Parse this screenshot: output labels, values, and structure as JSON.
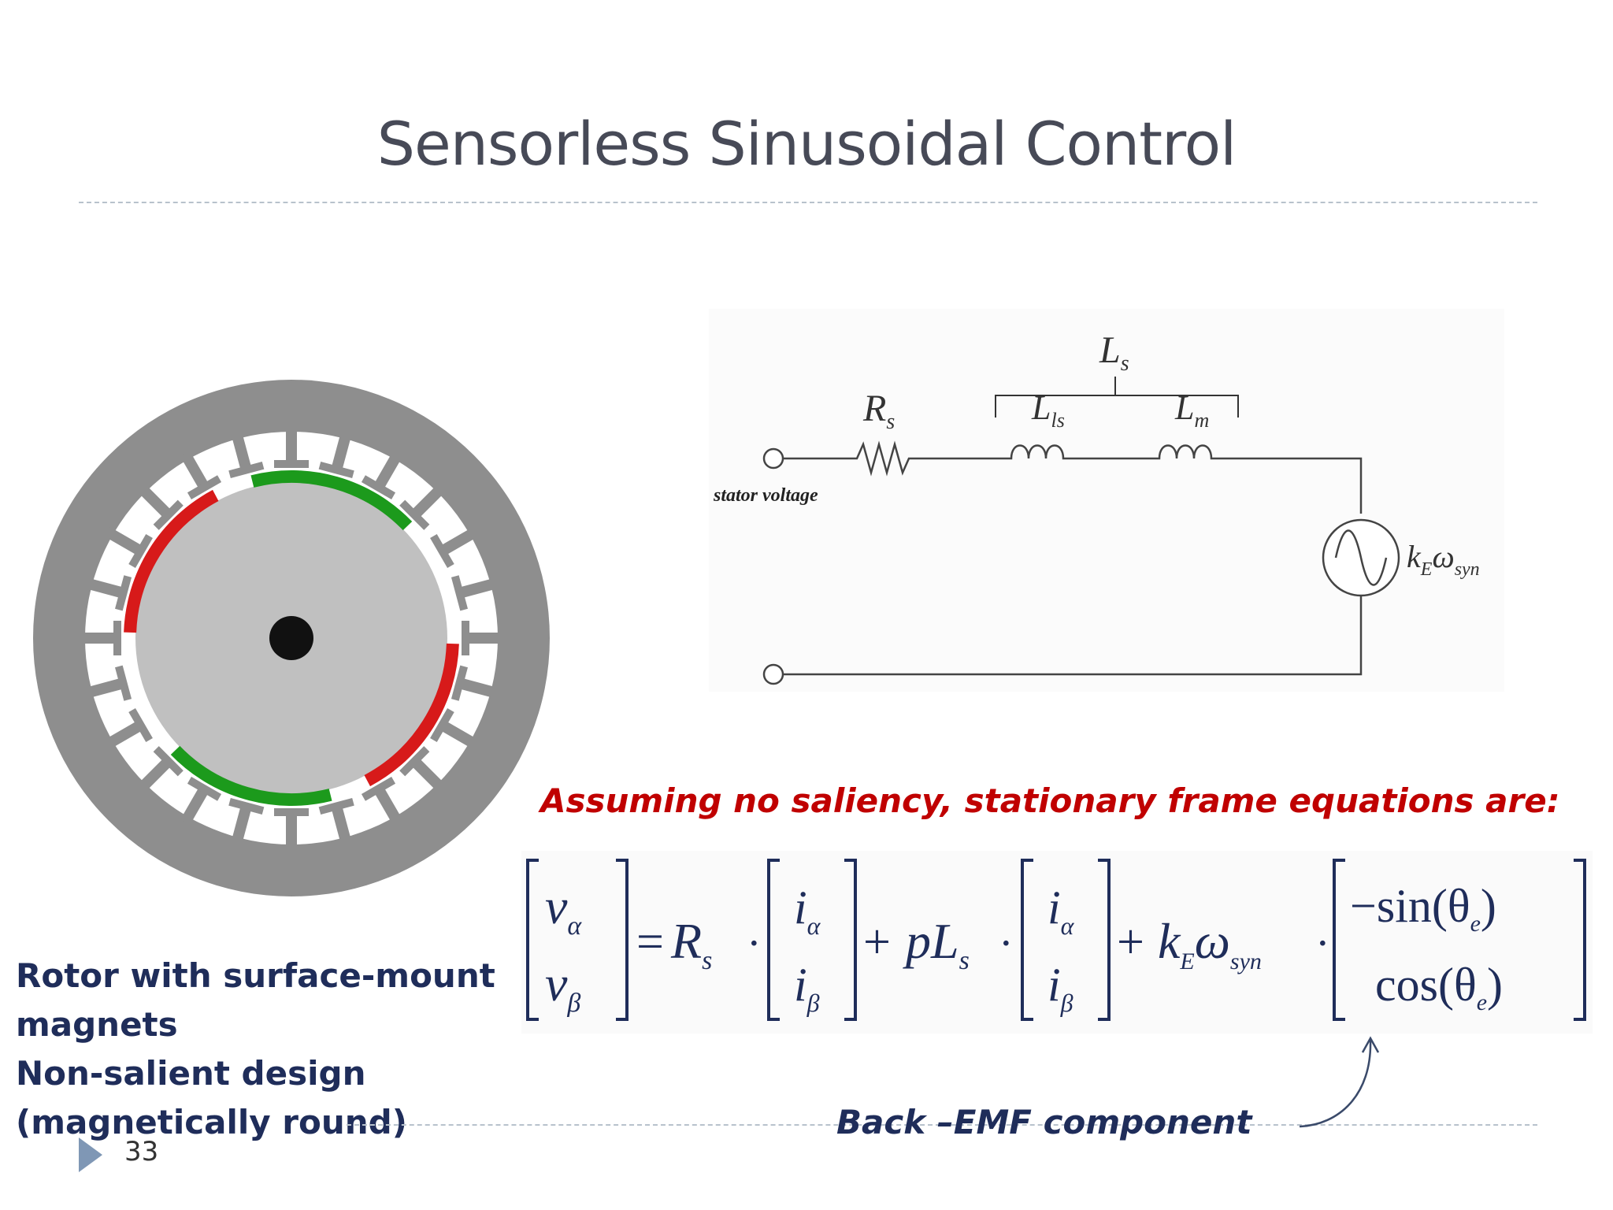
{
  "slide": {
    "title": "Sensorless Sinusoidal Control",
    "page_number": "33"
  },
  "circuit": {
    "ls_label": "L",
    "ls_sub": "s",
    "rs_label": "R",
    "rs_sub": "s",
    "lls_label": "L",
    "lls_sub": "ls",
    "lm_label": "L",
    "lm_sub": "m",
    "source_k": "k",
    "source_k_sub": "E",
    "source_omega": "ω",
    "source_omega_sub": "syn",
    "stator_label": "stator voltage"
  },
  "assumption_text": "Assuming no saliency, stationary frame equations are:",
  "equation": {
    "lhs_top": "v",
    "lhs_top_sub": "α",
    "lhs_bottom": "v",
    "lhs_bottom_sub": "β",
    "equals": "=",
    "rs": "R",
    "rs_sub": "s",
    "dot": "·",
    "i_top": "i",
    "i_top_sub": "α",
    "i_bottom": "i",
    "i_bottom_sub": "β",
    "plus": "+",
    "pls": "pL",
    "pls_sub": "s",
    "ke": "k",
    "ke_sub": "E",
    "omega": "ω",
    "omega_sub": "syn",
    "emf_top": "−sin(θ",
    "emf_top_sub": "e",
    "emf_top_close": ")",
    "emf_bottom": "cos(θ",
    "emf_bottom_sub": "e",
    "emf_bottom_close": ")"
  },
  "caption": {
    "line1": "Rotor with surface-mount",
    "line2": "magnets",
    "line3": "Non-salient design",
    "line4": "(magnetically round)"
  },
  "back_emf_label": "Back –EMF component",
  "colors": {
    "title": "#474a57",
    "red_text": "#c00000",
    "navy_text": "#1f2d5a",
    "stator_gray": "#8e8e8e",
    "rotor_gray": "#c0c0c0",
    "magnet_red": "#d71a1a",
    "magnet_green": "#1c9a1c"
  }
}
